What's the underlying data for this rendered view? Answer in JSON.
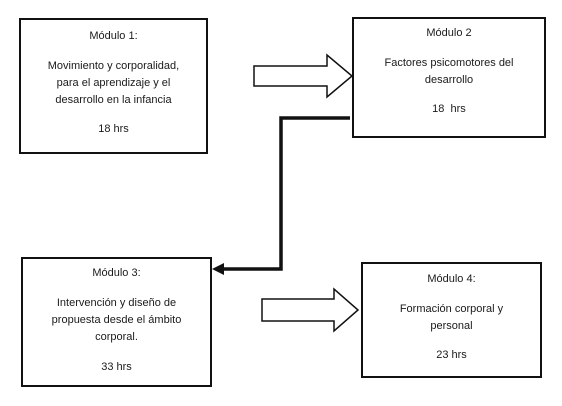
{
  "modules": [
    {
      "title": "Módulo 1:",
      "desc": [
        "Movimiento y corporalidad,",
        "para el aprendizaje y el",
        "desarrollo en la infancia"
      ],
      "hours": "18 hrs"
    },
    {
      "title": "Módulo 2",
      "desc": [
        "Factores psicomotores del",
        "desarrollo"
      ],
      "hours": "18  hrs"
    },
    {
      "title": "Módulo 3:",
      "desc": [
        "Intervención y diseño de",
        "propuesta desde el ámbito",
        "corporal."
      ],
      "hours": "33 hrs"
    },
    {
      "title": "Módulo 4:",
      "desc": [
        "Formación corporal y",
        "personal"
      ],
      "hours": "23 hrs"
    }
  ],
  "colors": {
    "border": "#111111",
    "background": "#ffffff",
    "text": "#1a1a1a"
  }
}
